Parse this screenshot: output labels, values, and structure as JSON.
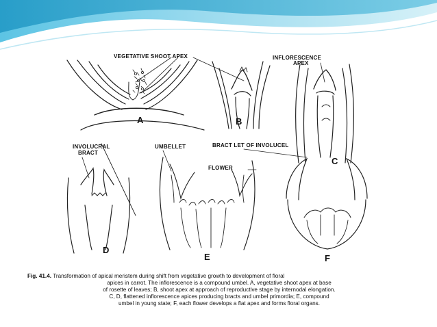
{
  "banner": {
    "colors": {
      "light": "#c8ecf6",
      "mid": "#7fd0e8",
      "dark": "#2aa6cf"
    }
  },
  "figure": {
    "labels": {
      "vegetative_shoot_apex": "VEGETATIVE SHOOT APEX",
      "inflorescence": "INFLORESCENCE",
      "apex": "APEX",
      "involucral": "INVOLUCRAL",
      "bract": "BRACT",
      "umbellet": "UMBELLET",
      "bractlet_of_involucel": "BRACT LET OF INVOLUCEL",
      "flower": "FLOWER"
    },
    "panels": [
      "A",
      "B",
      "C",
      "D",
      "E",
      "F"
    ]
  },
  "caption": {
    "fig_number": "Fig. 41.4.",
    "line1": "Transformation of apical meristem during shift from vegetative growth to development of floral",
    "line2": "apices in carrot. The inflorescence is a compound umbel. A, vegetative shoot apex at base",
    "line3": "of rosette of leaves; B, shoot apex at approach of reproductive stage by internodal elongation.",
    "line4": "C, D, flattened inflorescence apices producing bracts and umbel primordia; E, compound",
    "line5": "umbel in young state; F, each flower develops a flat apex and forms floral organs."
  }
}
